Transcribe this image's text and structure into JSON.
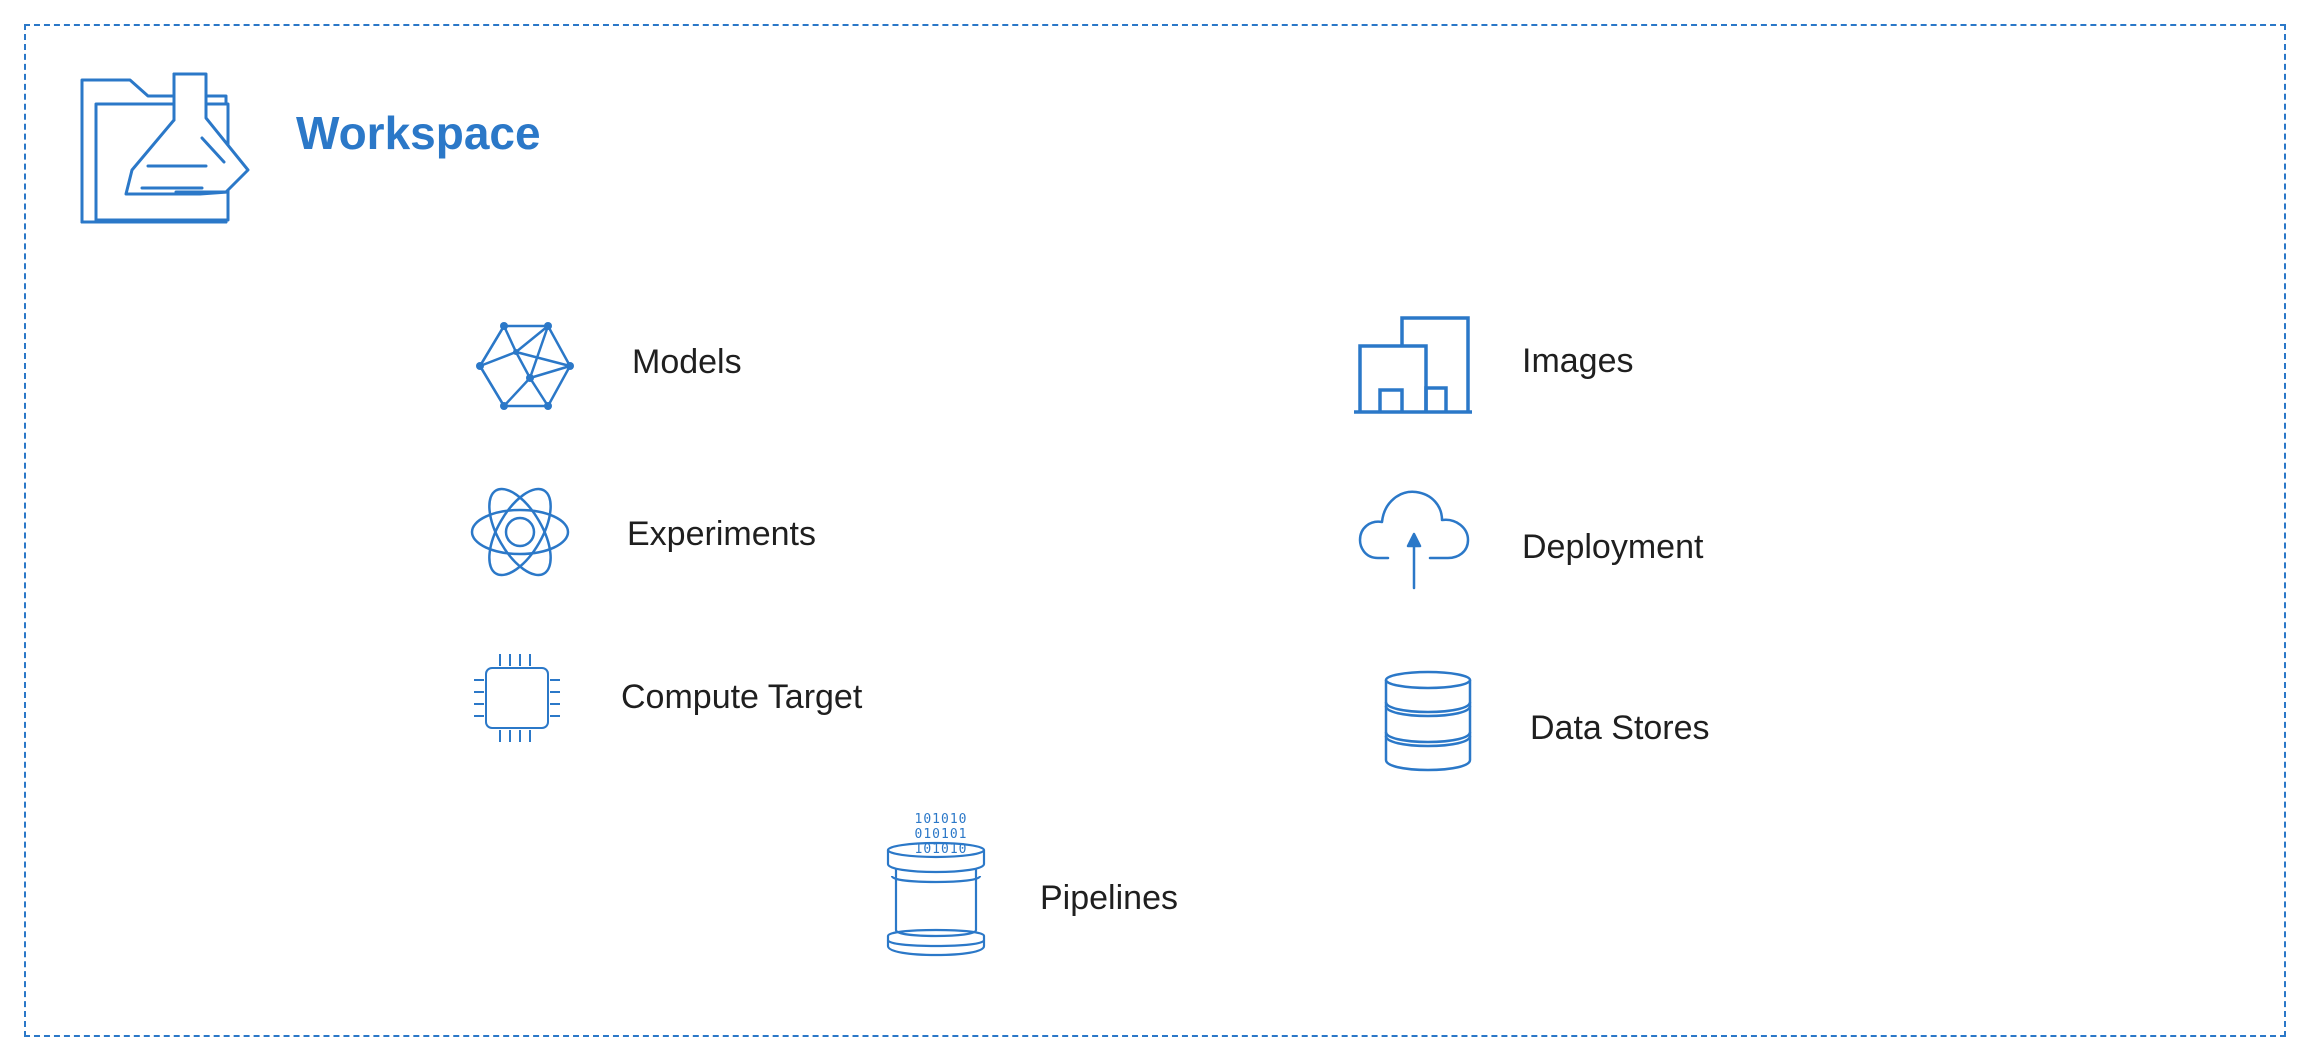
{
  "workspace": {
    "title": "Workspace"
  },
  "items": {
    "models": "Models",
    "images": "Images",
    "experiments": "Experiments",
    "deployment": "Deployment",
    "compute_target": "Compute Target",
    "data_stores": "Data Stores",
    "pipelines": "Pipelines",
    "binary_line1": "101010",
    "binary_line2": "010101",
    "binary_line3": "101010"
  },
  "colors": {
    "accent": "#2b78c8",
    "text": "#1f1f1f",
    "background": "#ffffff"
  },
  "icons": {
    "workspace": "workspace-flask-folder-icon",
    "models": "network-mesh-icon",
    "images": "building-icon",
    "experiments": "atom-icon",
    "deployment": "cloud-upload-icon",
    "compute_target": "cpu-chip-icon",
    "data_stores": "database-icon",
    "pipelines": "data-cylinder-icon"
  }
}
